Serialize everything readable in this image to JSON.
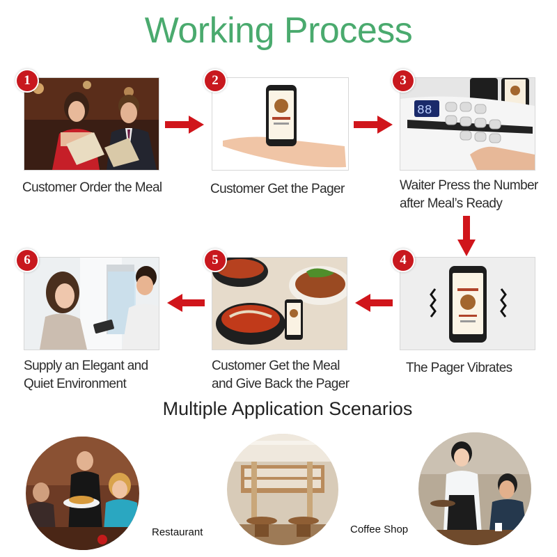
{
  "title": "Working Process",
  "steps": [
    {
      "number": "1",
      "caption": "Customer Order the Meal"
    },
    {
      "number": "2",
      "caption": "Customer Get the Pager"
    },
    {
      "number": "3",
      "caption_line1": "Waiter Press the Number",
      "caption_line2": "after Meal’s Ready"
    },
    {
      "number": "4",
      "caption": "The Pager Vibrates"
    },
    {
      "number": "5",
      "caption_line1": "Customer Get the Meal",
      "caption_line2": "and Give Back the Pager"
    },
    {
      "number": "6",
      "caption_line1": "Supply an Elegant and",
      "caption_line2": "Quiet Environment"
    }
  ],
  "scenarios_title": "Multiple Application Scenarios",
  "scenarios": [
    {
      "label": "Restaurant"
    },
    {
      "label": "Coffee Shop"
    }
  ],
  "colors": {
    "title": "#4aaa6e",
    "badge": "#c8181e",
    "arrow": "#d0151b"
  }
}
